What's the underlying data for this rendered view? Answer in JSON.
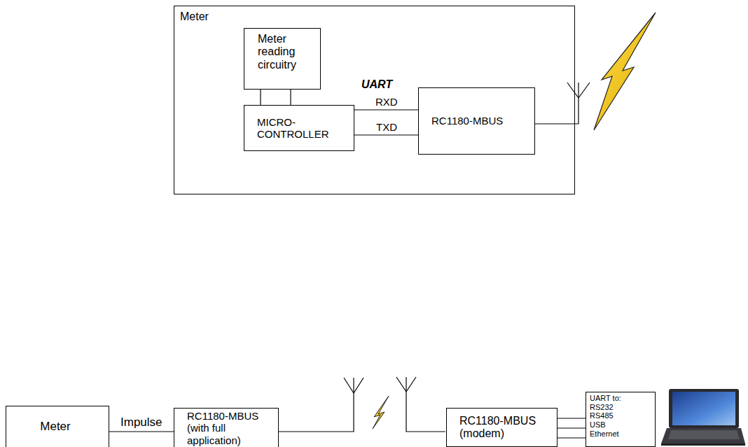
{
  "diagram": {
    "nodes": [
      {
        "text": [
          "Meter"
        ]
      },
      {
        "text": [
          "Meter reading circuitry"
        ],
        "in": 0
      },
      {
        "text": [
          "MICRO-CONTROLLER"
        ],
        "in": 0
      },
      {
        "text": [
          "RC1180-MBUS"
        ],
        "in": 0
      },
      {
        "text": [
          "Meter"
        ]
      },
      {
        "text": [
          "RC1180-MBUS (with full application)"
        ]
      },
      {
        "text": [
          "RC1180-MBUS (modem)"
        ]
      },
      {
        "text": [
          "UART to: RS232 RS485 USB Ethernet"
        ]
      }
    ],
    "edges": [
      {
        "from": 1,
        "to": 2,
        "arrow": "none"
      },
      {
        "from": 1,
        "to": 2,
        "arrow": "none"
      },
      {
        "from": 2,
        "to": 3,
        "label": "RXD",
        "arrow": "none"
      },
      {
        "from": 2,
        "to": 3,
        "label": "TXD",
        "arrow": "none"
      },
      {
        "from": 4,
        "to": 5,
        "label": "Impulse",
        "arrow": "none"
      },
      {
        "from": 6,
        "to": 7,
        "arrow": "none"
      },
      {
        "from": 6,
        "to": 7,
        "arrow": "none"
      },
      {
        "from": 6,
        "to": 7,
        "arrow": "none"
      }
    ],
    "labels": [
      "UART"
    ]
  }
}
